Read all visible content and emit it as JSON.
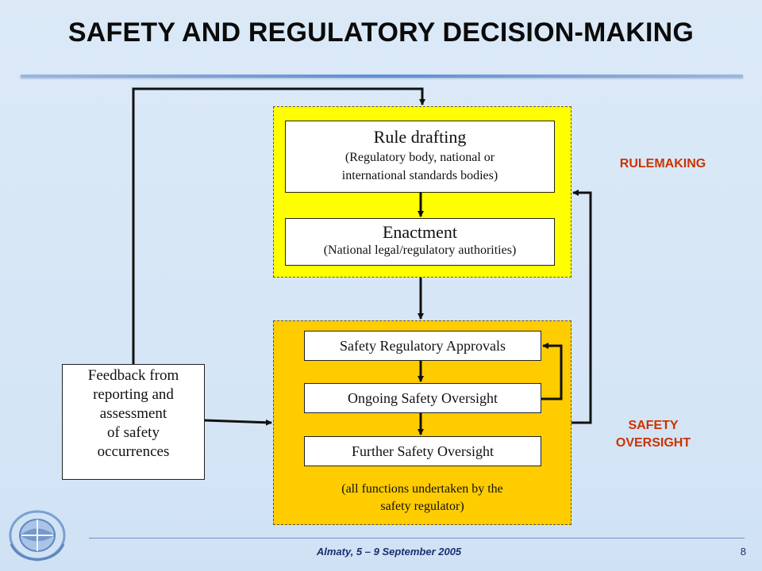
{
  "title": "SAFETY AND REGULATORY DECISION-MAKING",
  "rulemaking": {
    "rule_drafting": {
      "title": "Rule drafting",
      "subtitle_line1": "(Regulatory body, national or",
      "subtitle_line2": "international standards bodies)"
    },
    "enactment": {
      "title": "Enactment",
      "subtitle": "(National legal/regulatory authorities)"
    },
    "label": "RULEMAKING"
  },
  "oversight": {
    "approvals": "Safety Regulatory Approvals",
    "ongoing": "Ongoing Safety Oversight",
    "further": "Further Safety Oversight",
    "note_line1": "(all functions undertaken by the",
    "note_line2": "safety regulator)",
    "label_line1": "SAFETY",
    "label_line2": "OVERSIGHT"
  },
  "feedback": {
    "lines": [
      "Feedback from",
      "reporting and",
      "assessment",
      "of safety",
      "occurrences"
    ]
  },
  "footer": {
    "text": "Almaty, 5 – 9 September 2005",
    "page_number": "8"
  },
  "colors": {
    "rulemaking_zone": "#ffff00",
    "oversight_zone": "#ffcc00",
    "side_label": "#cc3300",
    "background": "#d6e6f6"
  },
  "icons": {
    "logo": "icao-emblem-icon"
  }
}
